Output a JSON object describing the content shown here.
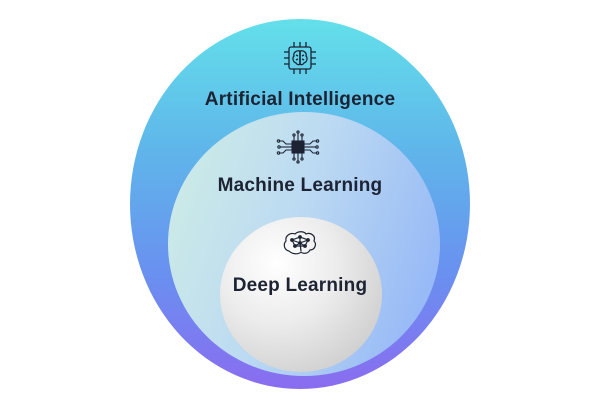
{
  "diagram": {
    "outer": {
      "label": "Artificial Intelligence",
      "icon": "brain-chip-icon"
    },
    "middle": {
      "label": "Machine Learning",
      "icon": "microchip-circuit-icon"
    },
    "inner": {
      "label": "Deep Learning",
      "icon": "neural-brain-icon"
    }
  },
  "colors": {
    "outer_top": "#63e0ea",
    "outer_bottom": "#8a6cf0",
    "middle_left": "#cfeee4",
    "middle_right": "#8eb1f7",
    "inner": "#d9d9d9",
    "text": "#1d2333"
  }
}
